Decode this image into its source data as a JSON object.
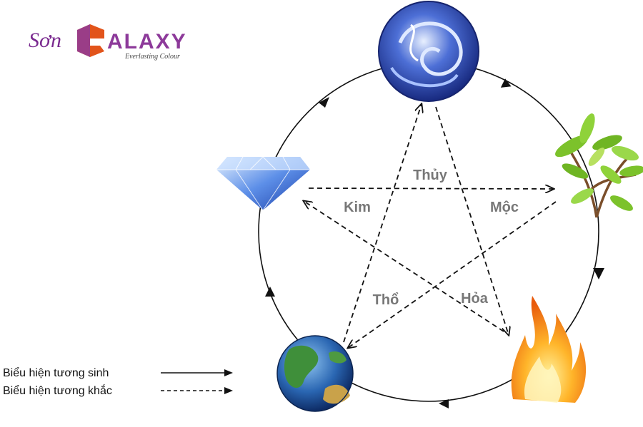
{
  "brand": {
    "prefix": "Sơn",
    "initial": "G",
    "name": "ALAXY",
    "tagline": "Everlasting Colour"
  },
  "elements": {
    "water": "Thủy",
    "wood": "Mộc",
    "fire": "Hỏa",
    "earth": "Thổ",
    "metal": "Kim"
  },
  "legend": {
    "generating": "Biểu hiện tương sinh",
    "overcoming": "Biểu hiện tương khắc"
  },
  "colors": {
    "water": "#2a3f9e",
    "wood": "#7cc22b",
    "fire": "#f07a12",
    "earth": "#2f6fb8",
    "metal": "#4a7fe0",
    "brand_purple": "#8d3a9a",
    "brand_orange": "#e2541b"
  },
  "icons": {
    "water": "water-swirl-icon",
    "wood": "plant-icon",
    "fire": "fire-icon",
    "earth": "globe-icon",
    "metal": "diamond-icon"
  }
}
